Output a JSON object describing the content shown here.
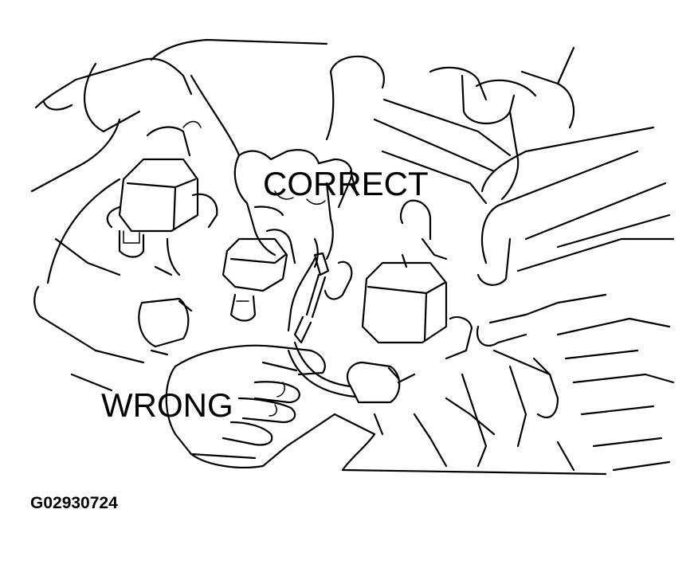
{
  "figure": {
    "label_correct": "CORRECT",
    "label_wrong": "WRONG",
    "figure_id": "G02930724"
  }
}
